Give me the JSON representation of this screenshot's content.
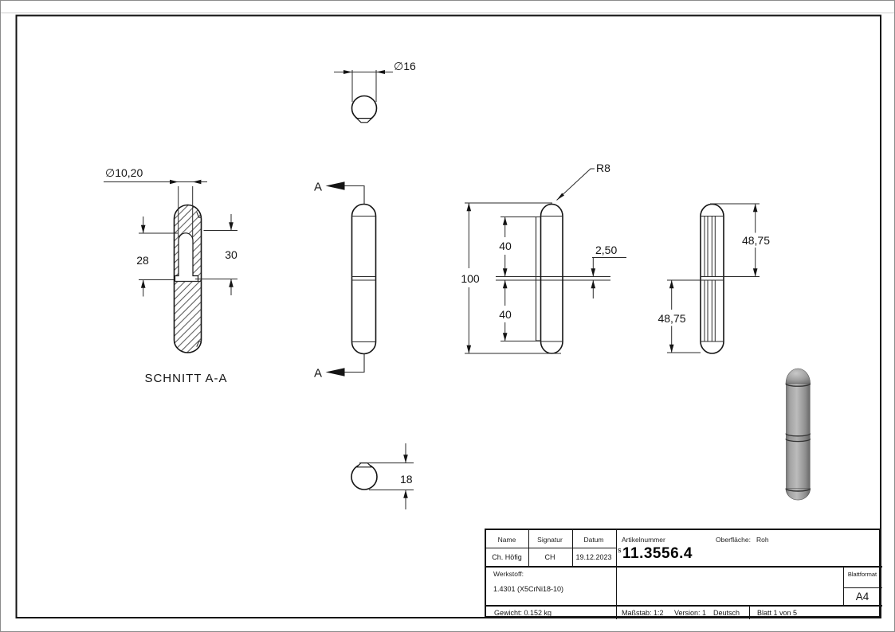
{
  "drawing": {
    "section_title": "SCHNITT A-A",
    "section_marker_top": "A",
    "section_marker_bottom": "A",
    "dim_top_diameter": "∅16",
    "dim_hole_diameter": "∅10,20",
    "dim_hole_depth": "28",
    "dim_counter_depth": "30",
    "dim_radius": "R8",
    "dim_overall_length": "100",
    "dim_upper_segment": "40",
    "dim_lower_segment": "40",
    "dim_gap": "2,50",
    "dim_upper_half": "48,75",
    "dim_lower_half": "48,75",
    "dim_bottom_width": "18"
  },
  "title_block": {
    "col_name": "Name",
    "col_signatur": "Signatur",
    "col_datum": "Datum",
    "name": "Ch. Höfig",
    "signatur": "CH",
    "datum": "19.12.2023",
    "artikelnummer_label": "Artikelnummer",
    "artikelnummer_prefix": "s",
    "artikelnummer": "11.3556.4",
    "oberflaeche_label": "Oberfläche:",
    "oberflaeche_value": "Roh",
    "werkstoff_label": "Werkstoff:",
    "werkstoff_value": "1.4301 (X5CrNi18-10)",
    "gewicht": "Gewicht: 0.152 kg",
    "massstab": "Maßstab: 1:2",
    "version": "Version: 1",
    "sprache": "Deutsch",
    "blatt": "Blatt 1 von 5",
    "blattformat_label": "Blattformat",
    "blattformat_value": "A4"
  },
  "colors": {
    "line": "#141414",
    "pin_highlight": "#c6c6c6",
    "pin_mid": "#9a9a9a",
    "pin_dark": "#636363"
  }
}
